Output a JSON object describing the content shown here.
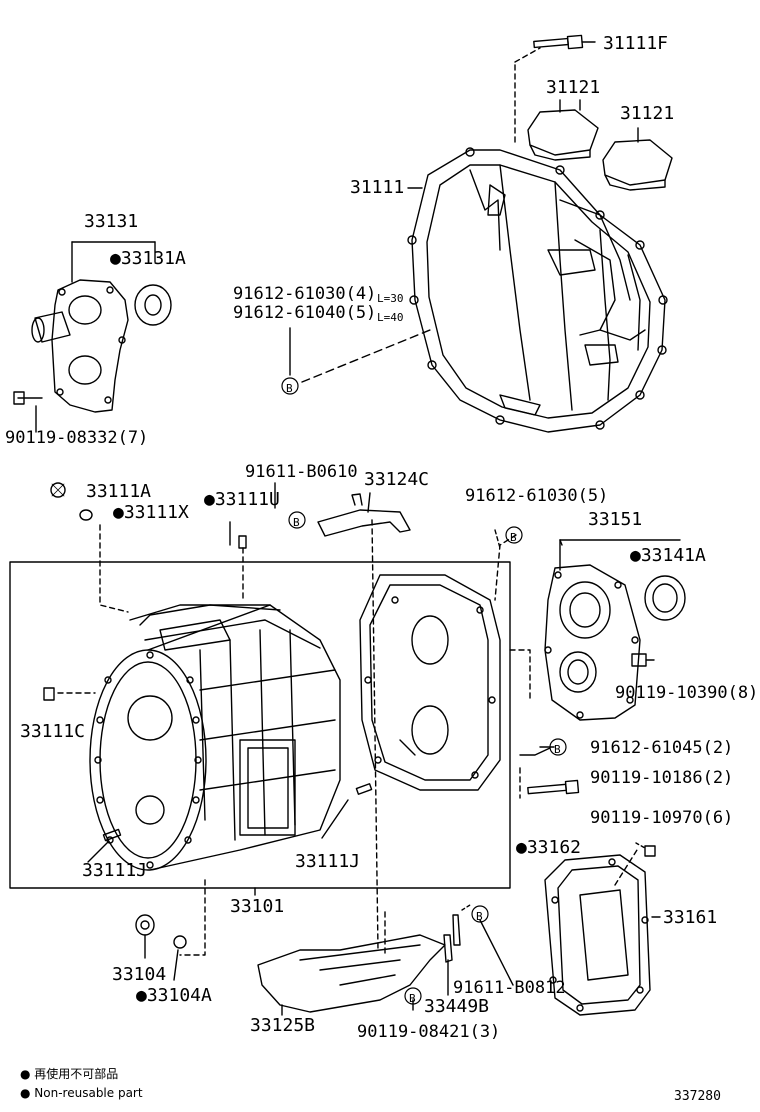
{
  "labels": {
    "p31111F": "31111F",
    "p31121a": "31121",
    "p31121b": "31121",
    "p31111": "31111",
    "p33131": "33131",
    "p33131A": "●33131A",
    "bolt_a": "91612-61030(4)",
    "bolt_a_len": "L=30",
    "bolt_b": "91612-61040(5)",
    "bolt_b_len": "L=40",
    "p90119_08332": "90119-08332(7)",
    "p33111A": "33111A",
    "p33111X": "●33111X",
    "p33111U": "●33111U",
    "p91611_B0610": "91611-B0610",
    "p33124C": "33124C",
    "p91612_61030_5": "91612-61030(5)",
    "p33151": "33151",
    "p33141A": "●33141A",
    "p90119_10390": "90119-10390(8)",
    "p33111C": "33111C",
    "p91612_61045": "91612-61045(2)",
    "p90119_10186": "90119-10186(2)",
    "p90119_10970": "90119-10970(6)",
    "p33162": "●33162",
    "p33161": "33161",
    "p33111J_a": "33111J",
    "p33111J_b": "33111J",
    "p33101": "33101",
    "p33104": "33104",
    "p33104A": "●33104A",
    "p33125B": "33125B",
    "p90119_08421": "90119-08421(3)",
    "p33449B": "33449B",
    "p91611_B0812": "91611-B0812",
    "callout_b": "B"
  },
  "legend": {
    "line1": "再使用不可部品",
    "line2": "Non-reusable part"
  },
  "footer": {
    "drawing_no": "337280"
  }
}
